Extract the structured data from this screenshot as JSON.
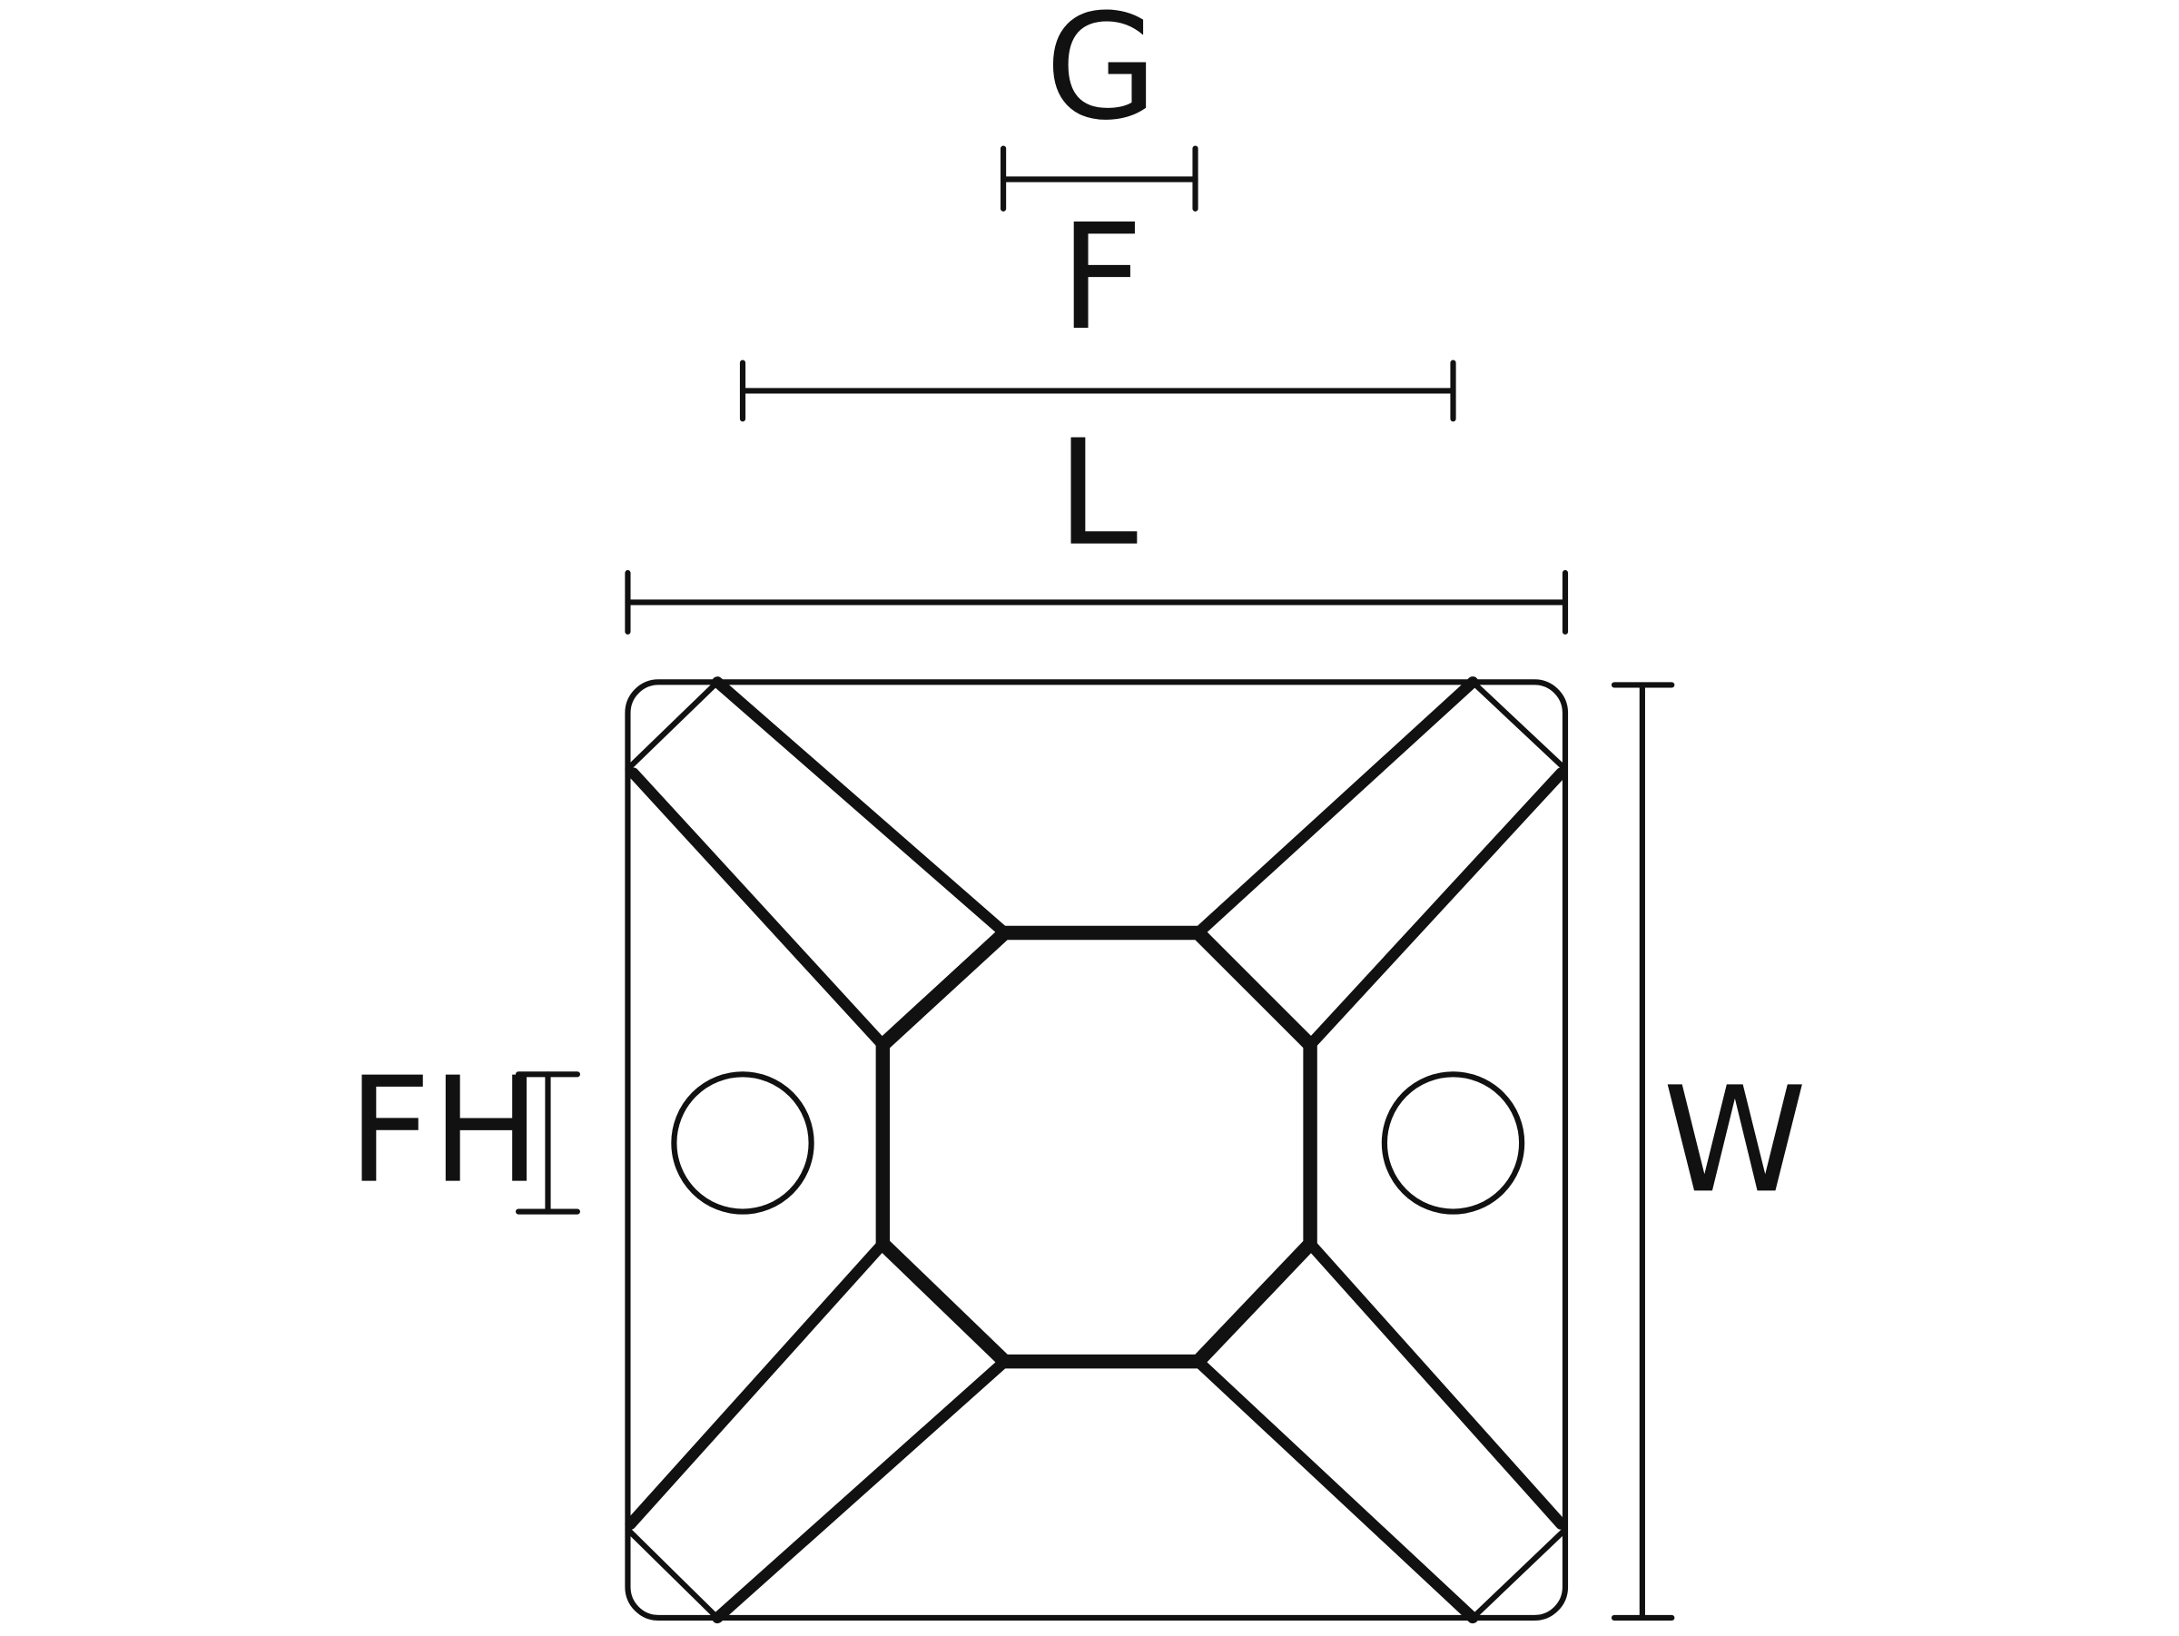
{
  "diagram": {
    "labels": {
      "g": "G",
      "f": "F",
      "l": "L",
      "fh": "FH",
      "w": "W"
    },
    "colors": {
      "stroke": "#111111",
      "background": "#ffffff"
    }
  }
}
